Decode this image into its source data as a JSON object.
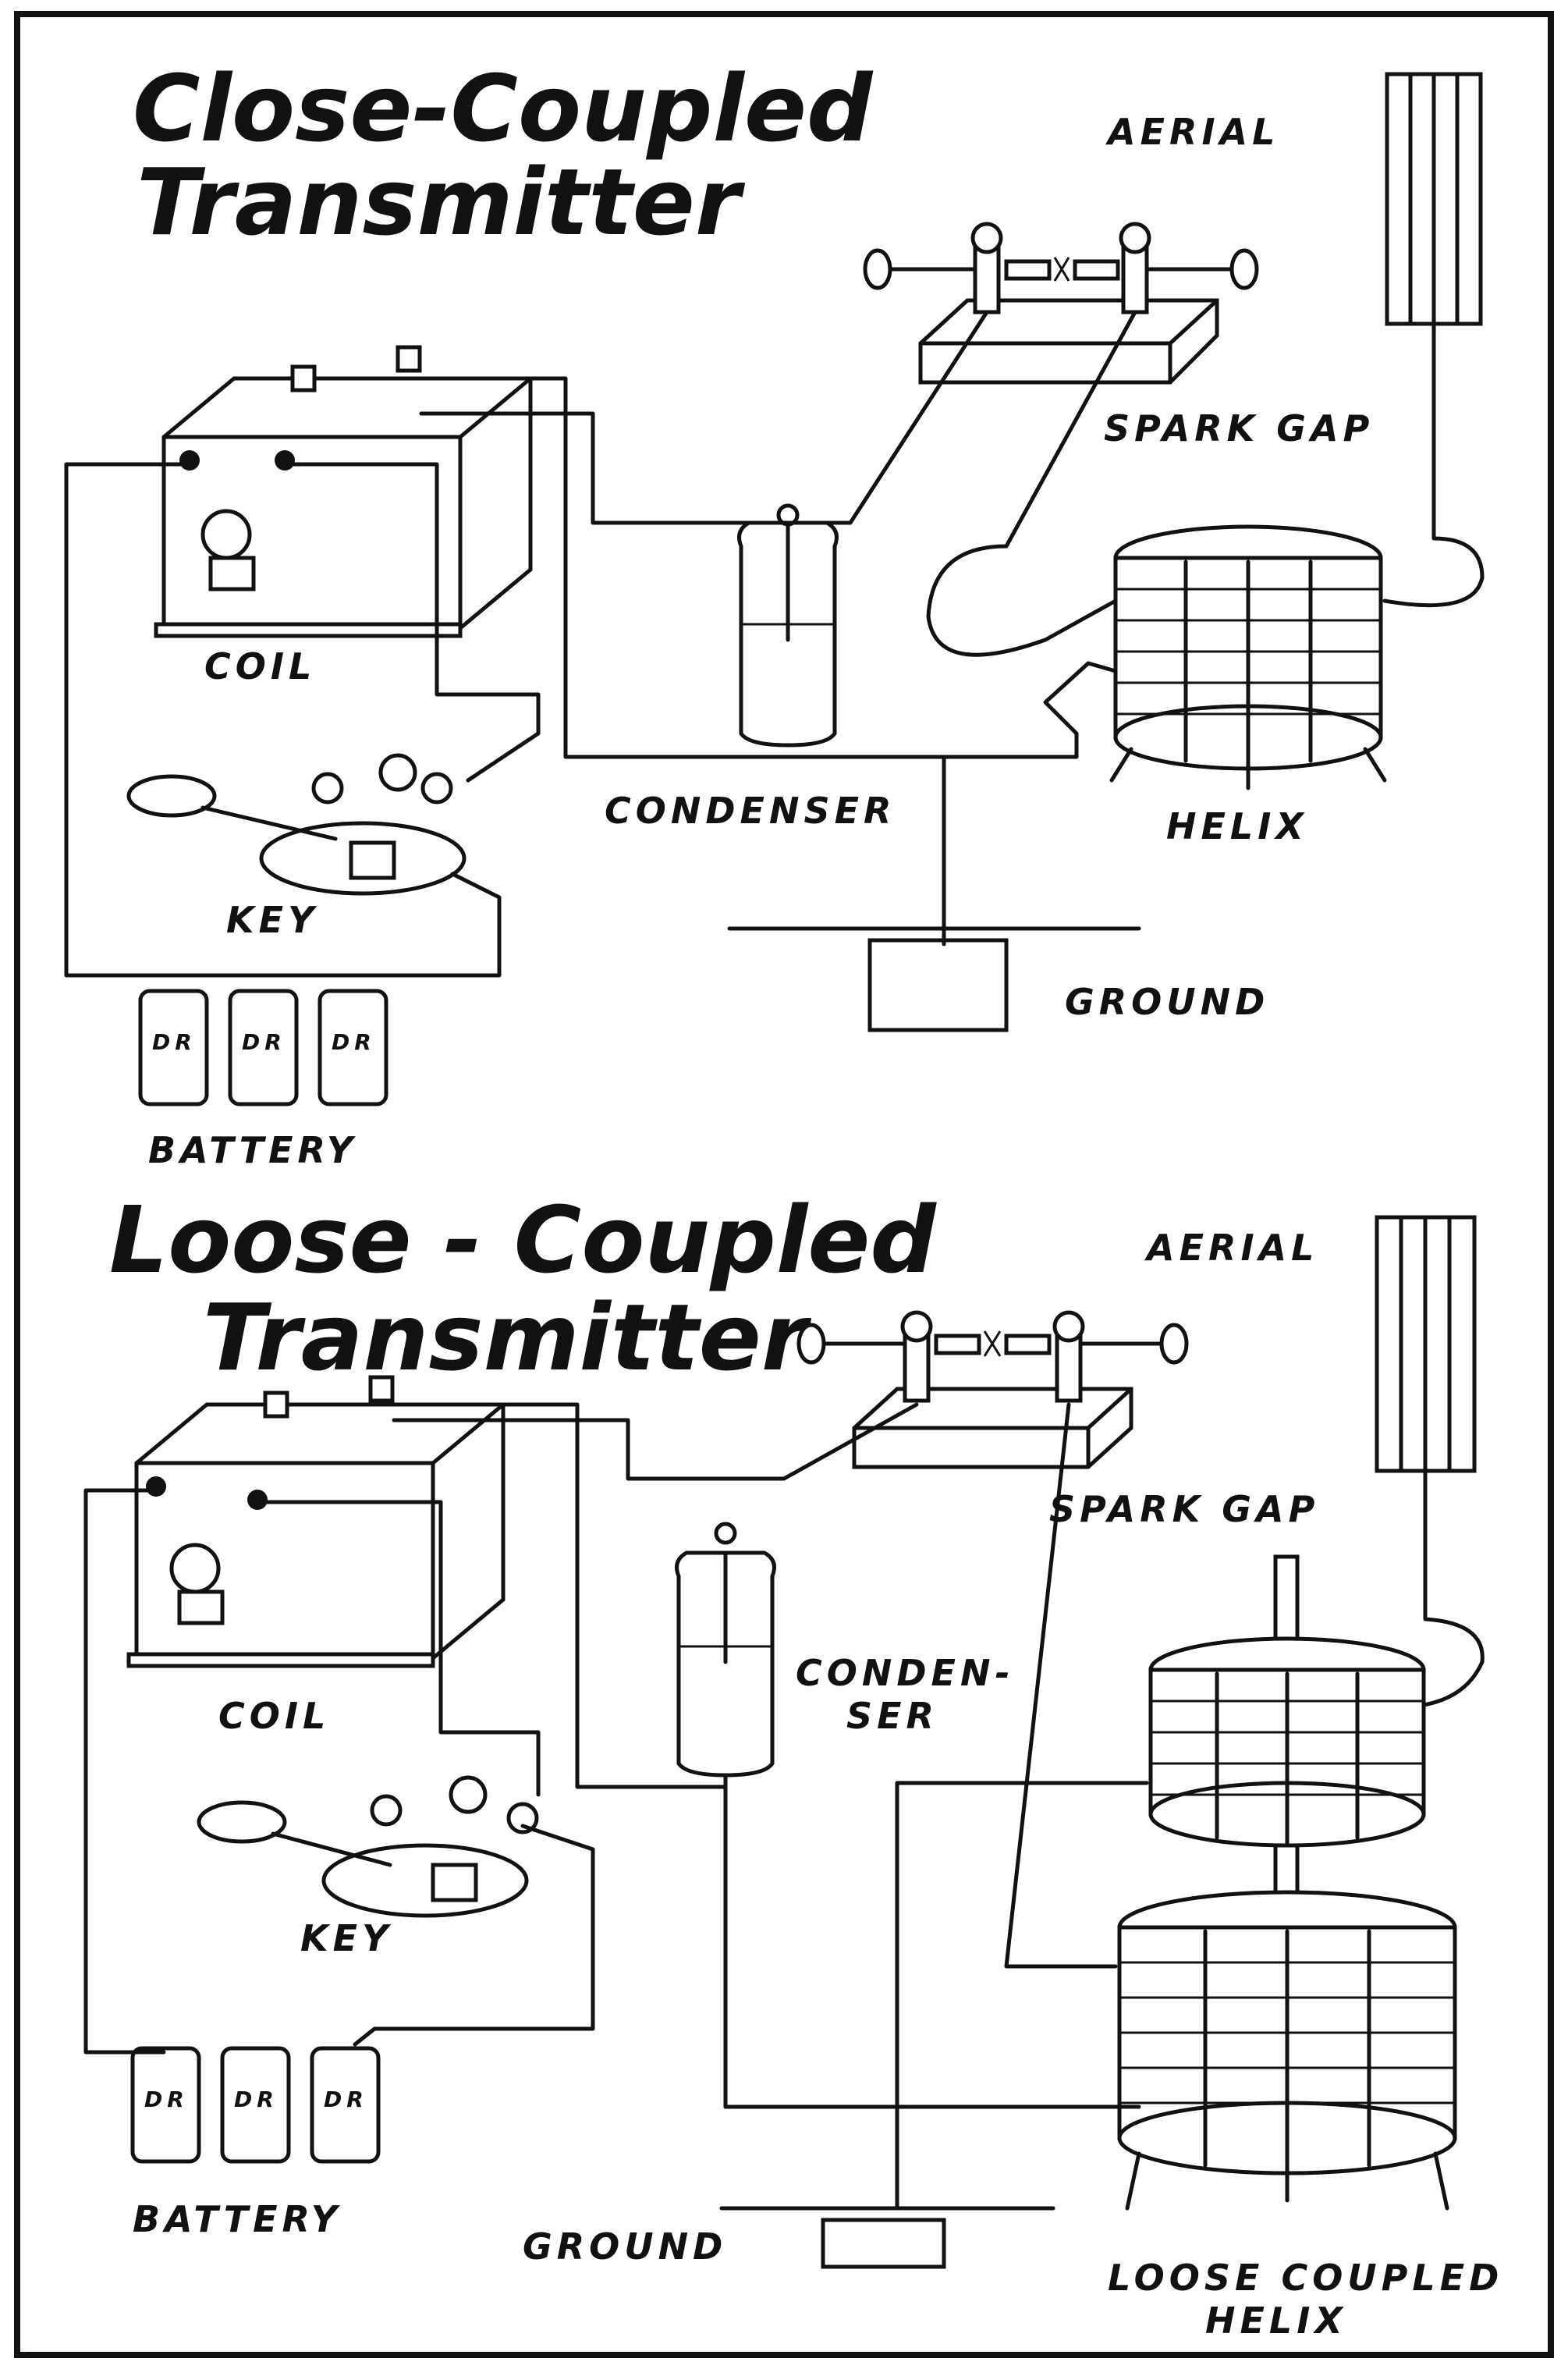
{
  "top": {
    "title_line1": "Close-Coupled",
    "title_line2": "Transmitter",
    "labels": {
      "aerial": "AERIAL",
      "spark_gap": "SPARK GAP",
      "coil": "COIL",
      "condenser": "CONDENSER",
      "helix": "HELIX",
      "key": "KEY",
      "ground": "GROUND",
      "battery": "BATTERY"
    }
  },
  "bottom": {
    "title_line1": "Loose - Coupled",
    "title_line2": "Transmitter",
    "labels": {
      "aerial": "AERIAL",
      "spark_gap": "SPARK GAP",
      "coil": "COIL",
      "condenser_line1": "CONDEN-",
      "condenser_line2": "SER",
      "key": "KEY",
      "battery": "BATTERY",
      "ground": "GROUND",
      "helix_line1": "LOOSE COUPLED",
      "helix_line2": "HELIX"
    }
  },
  "cell_marking": "DR"
}
